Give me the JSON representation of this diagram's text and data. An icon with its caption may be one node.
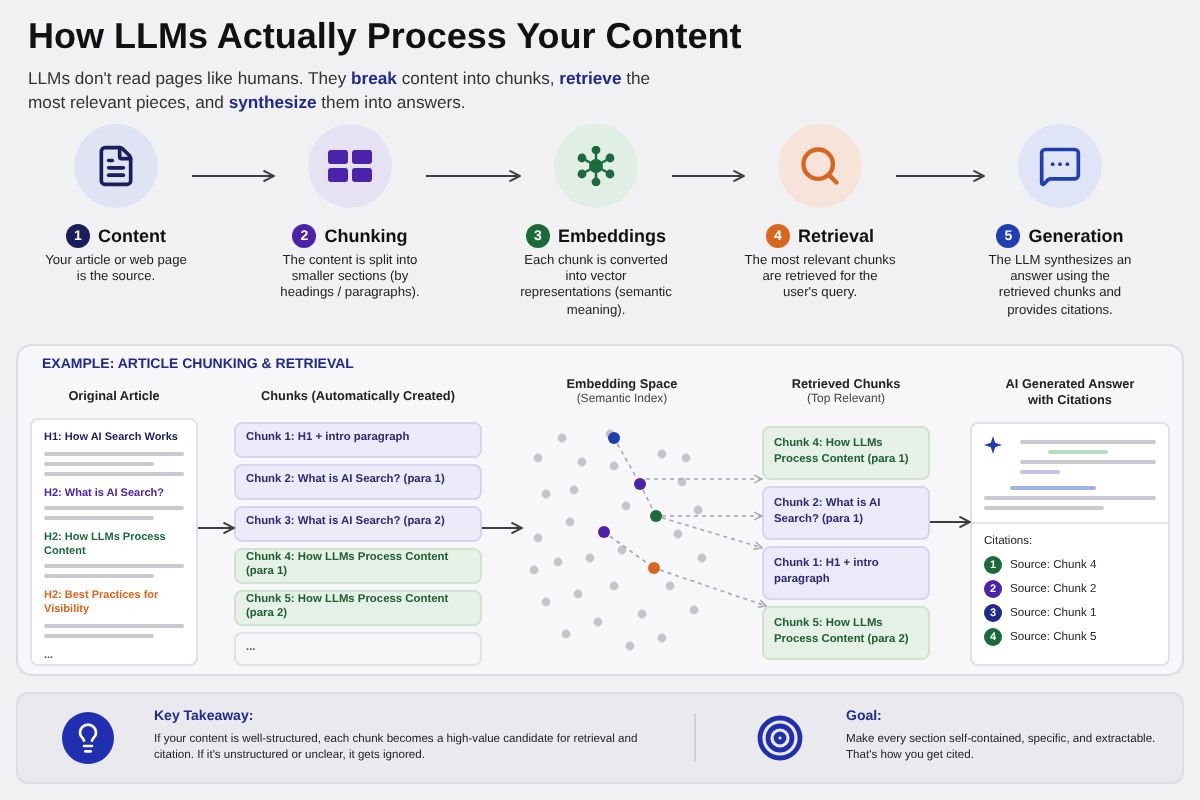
{
  "diagram": {
    "title": "How LLMs Actually Process Your Content",
    "nodes": [
      {
        "text": [
          "1",
          "Content",
          "Your article or web page is the source."
        ]
      },
      {
        "text": [
          "2",
          "Chunking",
          "The content is split into smaller sections (by headings / paragraphs)."
        ]
      },
      {
        "text": [
          "3",
          "Embeddings",
          "Each chunk is converted into vector representations (semantic meaning)."
        ]
      },
      {
        "text": [
          "4",
          "Retrieval",
          "The most relevant chunks are retrieved for the user's query."
        ]
      },
      {
        "text": [
          "5",
          "Generation",
          "The LLM synthesizes an answer using the retrieved chunks and provides citations."
        ]
      },
      {
        "text": [
          "EXAMPLE: ARTICLE CHUNKING & RETRIEVAL"
        ]
      },
      {
        "text": [
          "Original Article",
          "H1: How AI Search Works",
          "H2: What is AI Search?",
          "H2: How LLMs Process Content",
          "H2: Best Practices for Visibility",
          "..."
        ],
        "in": 5
      },
      {
        "text": [
          "Chunks (Automatically Created)"
        ],
        "in": 5
      },
      {
        "text": [
          "Chunk 1: H1 + intro paragraph"
        ],
        "in": 7
      },
      {
        "text": [
          "Chunk 2: What is AI Search? (para 1)"
        ],
        "in": 7
      },
      {
        "text": [
          "Chunk 3: What is AI Search? (para 2)"
        ],
        "in": 7
      },
      {
        "text": [
          "Chunk 4: How LLMs Process Content (para 1)"
        ],
        "in": 7
      },
      {
        "text": [
          "Chunk 5: How LLMs Process Content (para 2)"
        ],
        "in": 7
      },
      {
        "text": [
          "..."
        ],
        "in": 7
      },
      {
        "text": [
          "Embedding Space",
          "(Semantic Index)"
        ],
        "in": 5
      },
      {
        "text": [],
        "shape": "circle",
        "in": 14
      },
      {
        "text": [],
        "shape": "circle",
        "in": 14
      },
      {
        "text": [],
        "shape": "circle",
        "in": 14
      },
      {
        "text": [],
        "shape": "circle",
        "in": 14
      },
      {
        "text": [],
        "shape": "circle",
        "in": 14
      },
      {
        "text": [
          "Retrieved Chunks",
          "(Top Relevant)"
        ],
        "in": 5
      },
      {
        "text": [
          "Chunk 4: How LLMs Process Content (para 1)"
        ],
        "in": 20
      },
      {
        "text": [
          "Chunk 2: What is AI Search? (para 1)"
        ],
        "in": 20
      },
      {
        "text": [
          "Chunk 1: H1 + intro paragraph"
        ],
        "in": 20
      },
      {
        "text": [
          "Chunk 5: How LLMs Process Content (para 2)"
        ],
        "in": 20
      },
      {
        "text": [
          "AI Generated Answer with Citations",
          "Citations:",
          "1",
          "Source: Chunk 4",
          "2",
          "Source: Chunk 2",
          "3",
          "Source: Chunk 1",
          "4",
          "Source: Chunk 5"
        ],
        "in": 5
      },
      {
        "text": [],
        "shape": "box"
      },
      {
        "text": [
          "Key Takeaway:",
          "If your content is well-structured, each chunk becomes a high-value candidate for retrieval and citation. If it's unstructured or unclear, it gets ignored."
        ],
        "in": 26
      },
      {
        "text": [
          "Goal:",
          "Make every section self-contained, specific, and extractable. That's how you get cited."
        ],
        "in": 26
      }
    ],
    "edges": [
      {
        "from": 0,
        "to": 1,
        "arrow": "to"
      },
      {
        "from": 1,
        "to": 2,
        "arrow": "to"
      },
      {
        "from": 2,
        "to": 3,
        "arrow": "to"
      },
      {
        "from": 3,
        "to": 4,
        "arrow": "to"
      },
      {
        "from": 6,
        "to": 7,
        "arrow": "to"
      },
      {
        "from": 7,
        "to": 14,
        "arrow": "to"
      },
      {
        "from": 20,
        "to": 25,
        "arrow": "to"
      },
      {
        "from": 16,
        "to": 21,
        "arrow": "to",
        "style": "dashed",
        "color": "#a3a7b0"
      },
      {
        "from": 17,
        "to": 22,
        "arrow": "to",
        "style": "dashed",
        "color": "#a3a7b0"
      },
      {
        "from": 17,
        "to": 23,
        "arrow": "to",
        "style": "dashed",
        "color": "#a3a7b0"
      },
      {
        "from": 19,
        "to": 24,
        "arrow": "to",
        "style": "dashed",
        "color": "#a3a7b0"
      },
      {
        "from": 15,
        "to": 16,
        "arrow": "none",
        "style": "dashed",
        "color": "#a3a7b0"
      },
      {
        "from": 16,
        "to": 17,
        "arrow": "none",
        "style": "dashed",
        "color": "#a3a7b0"
      },
      {
        "from": 18,
        "to": 19,
        "arrow": "none",
        "style": "dashed",
        "color": "#a3a7b0"
      }
    ],
    "labels": [
      "LLMs don't read pages like humans. They **break** content into chunks, **retrieve** the most relevant pieces, and **synthesize** them into answers."
    ]
  }
}
